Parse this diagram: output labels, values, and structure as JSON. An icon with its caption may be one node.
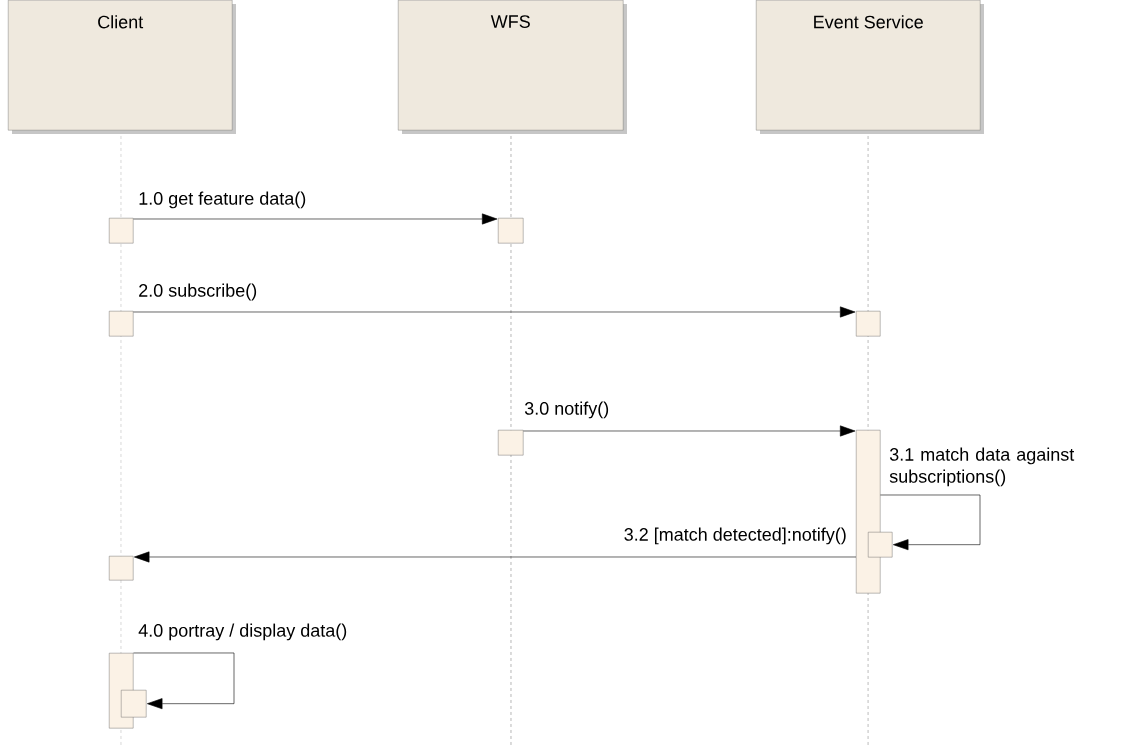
{
  "diagram": {
    "nodes": [
      {
        "text": [
          "Client"
        ]
      },
      {
        "text": [
          "WFS"
        ]
      },
      {
        "text": [
          "Event Service"
        ]
      },
      {
        "text": [],
        "shape": "box"
      },
      {
        "text": [],
        "shape": "box"
      },
      {
        "text": [],
        "shape": "box"
      },
      {
        "text": [],
        "shape": "box"
      },
      {
        "text": [],
        "shape": "box"
      },
      {
        "text": [],
        "shape": "box"
      },
      {
        "text": [],
        "shape": "box"
      },
      {
        "text": [],
        "shape": "box"
      },
      {
        "text": [],
        "shape": "box"
      },
      {
        "text": [],
        "shape": "box"
      }
    ],
    "edges": [
      {
        "from": 3,
        "to": 4,
        "arrow": "to",
        "label": "1.0 get feature data()"
      },
      {
        "from": 5,
        "to": 6,
        "arrow": "to",
        "label": "2.0 subscribe()"
      },
      {
        "from": 7,
        "to": 8,
        "arrow": "to",
        "label": "3.0 notify()"
      },
      {
        "from": 8,
        "to": 9,
        "arrow": "to",
        "label": "3.1 match data against subscriptions()"
      },
      {
        "from": 8,
        "to": 10,
        "arrow": "to",
        "label": "3.2 [match detected]:notify()"
      },
      {
        "from": 11,
        "to": 12,
        "arrow": "to",
        "label": "4.0 portray / display data()"
      }
    ]
  }
}
